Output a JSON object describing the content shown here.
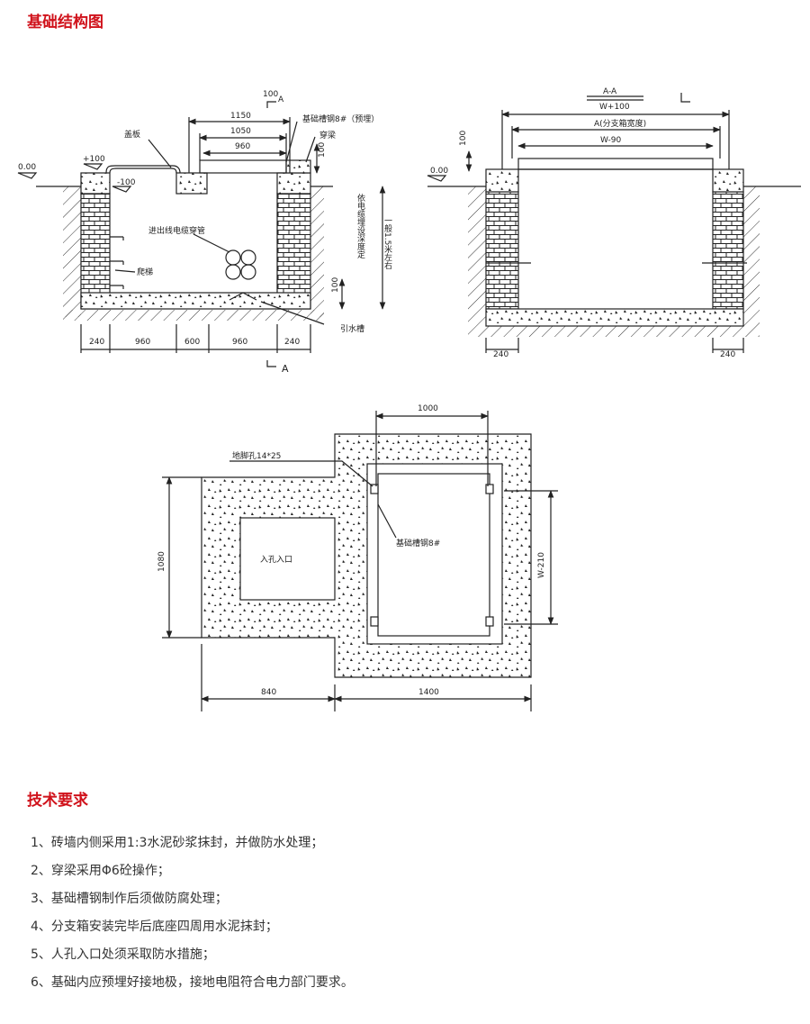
{
  "section1_title": "基础结构图",
  "section2_title": "技术要求",
  "section_view": {
    "dims_top": [
      "1150",
      "1050",
      "960"
    ],
    "dims_bottom": [
      "240",
      "960",
      "600",
      "960",
      "240"
    ],
    "section_marks": [
      "100",
      "A",
      "A"
    ],
    "levels": [
      "0.00",
      "+100",
      "-100"
    ],
    "height_marks": [
      "100",
      "100"
    ],
    "callouts": {
      "cover": "盖板",
      "channel_steel": "基础槽钢8#（预埋）",
      "beam": "穿梁",
      "cable_pipe": "进出线电缆穿管",
      "ladder": "爬梯",
      "drain": "引水槽",
      "depth_note1": "依电缆埋设深度定",
      "depth_note2": "一般1.5米左右"
    }
  },
  "aa_view": {
    "title": "A-A",
    "width_total": "W+100",
    "width_a": "A(分支箱宽度)",
    "width_inner": "W-90",
    "height_mark": "100",
    "level": "0.00",
    "dims_bottom": [
      "240",
      "240"
    ]
  },
  "plan_view": {
    "dim_top": "1000",
    "anchor_hole": "地脚孔14*25",
    "manhole": "入孔入口",
    "channel_steel": "基础槽钢8#",
    "dim_left": "1080",
    "dim_right": "W-210",
    "dims_bottom": [
      "840",
      "1400"
    ]
  },
  "requirements": [
    "1、砖墙内侧采用1:3水泥砂浆抹封，并做防水处理；",
    "2、穿梁采用Φ6砼操作；",
    "3、基础槽钢制作后须做防腐处理；",
    "4、分支箱安装完毕后底座四周用水泥抹封；",
    "5、人孔入口处须采取防水措施；",
    "6、基础内应预埋好接地极，接地电阻符合电力部门要求。"
  ]
}
